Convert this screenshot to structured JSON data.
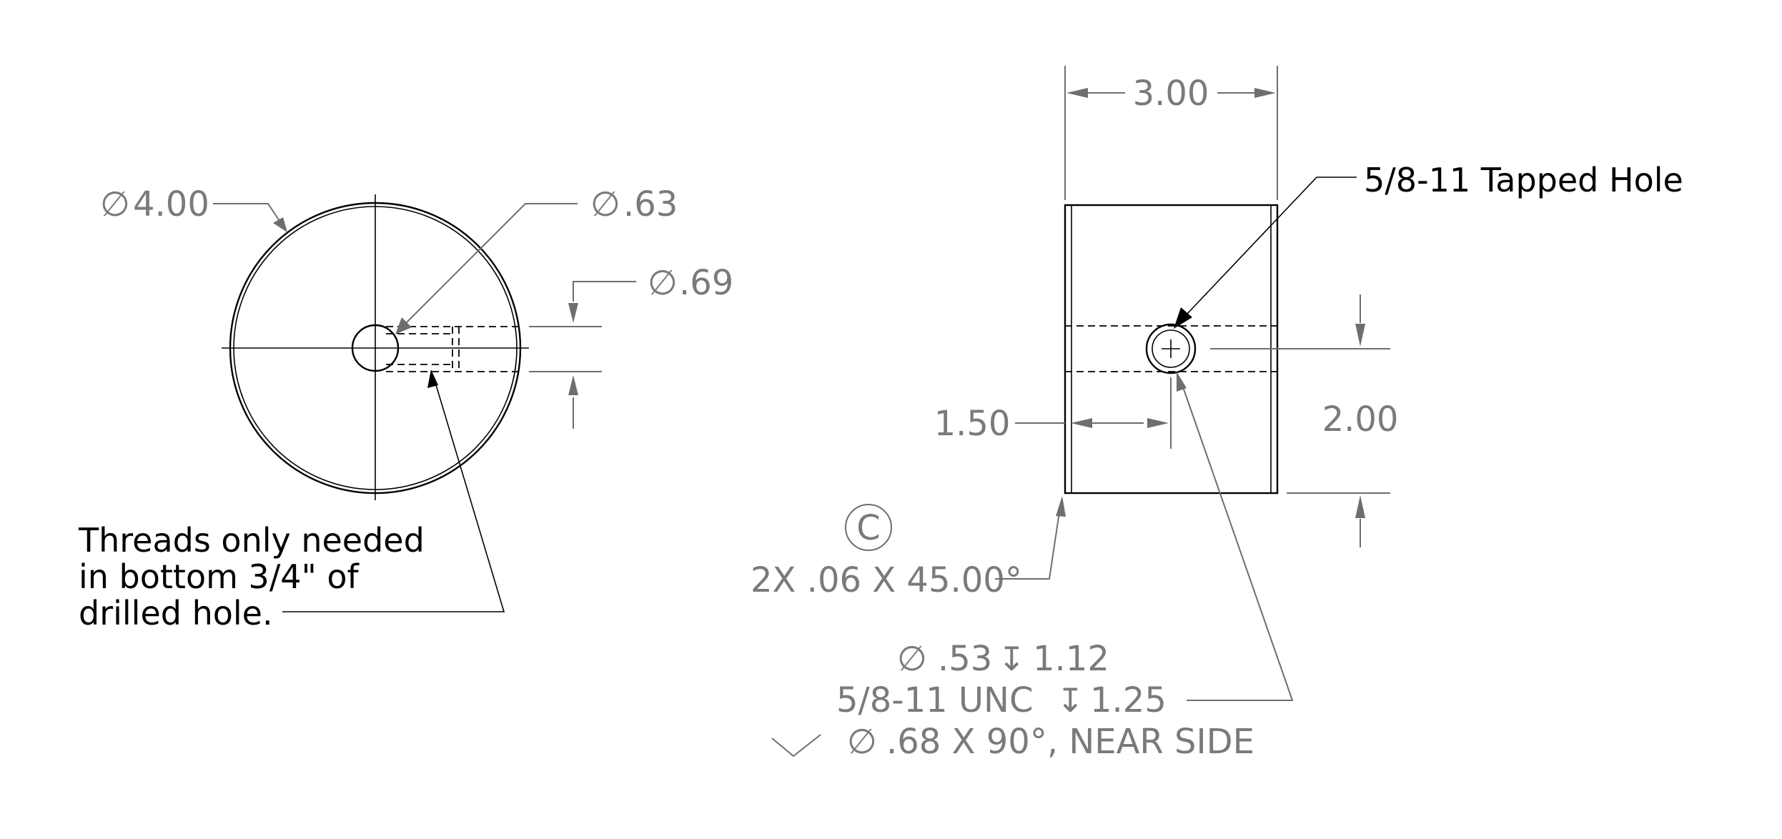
{
  "front_view": {
    "dia_outer": "4.00",
    "dia_tap": ".63",
    "dia_drill": ".69",
    "note_lines": [
      "Threads only needed",
      "in bottom 3/4\" of",
      "drilled hole."
    ]
  },
  "side_view": {
    "width_dim": "3.00",
    "height_dim": "2.00",
    "hole_offset_dim": "1.50",
    "tapped_hole_label": "5/8-11 Tapped Hole",
    "chamfer_symbol": "C",
    "chamfer_note": "2X .06 X 45.00°",
    "hole_callout": {
      "line1_dia": ".53",
      "line1_depth": "1.12",
      "line2_thread": "5/8-11 UNC",
      "line2_depth": "1.25",
      "line3": ".68 X 90°, NEAR SIDE"
    }
  },
  "symbols": {
    "diameter": "∅",
    "depth": "↧",
    "countersink": "⌵"
  }
}
